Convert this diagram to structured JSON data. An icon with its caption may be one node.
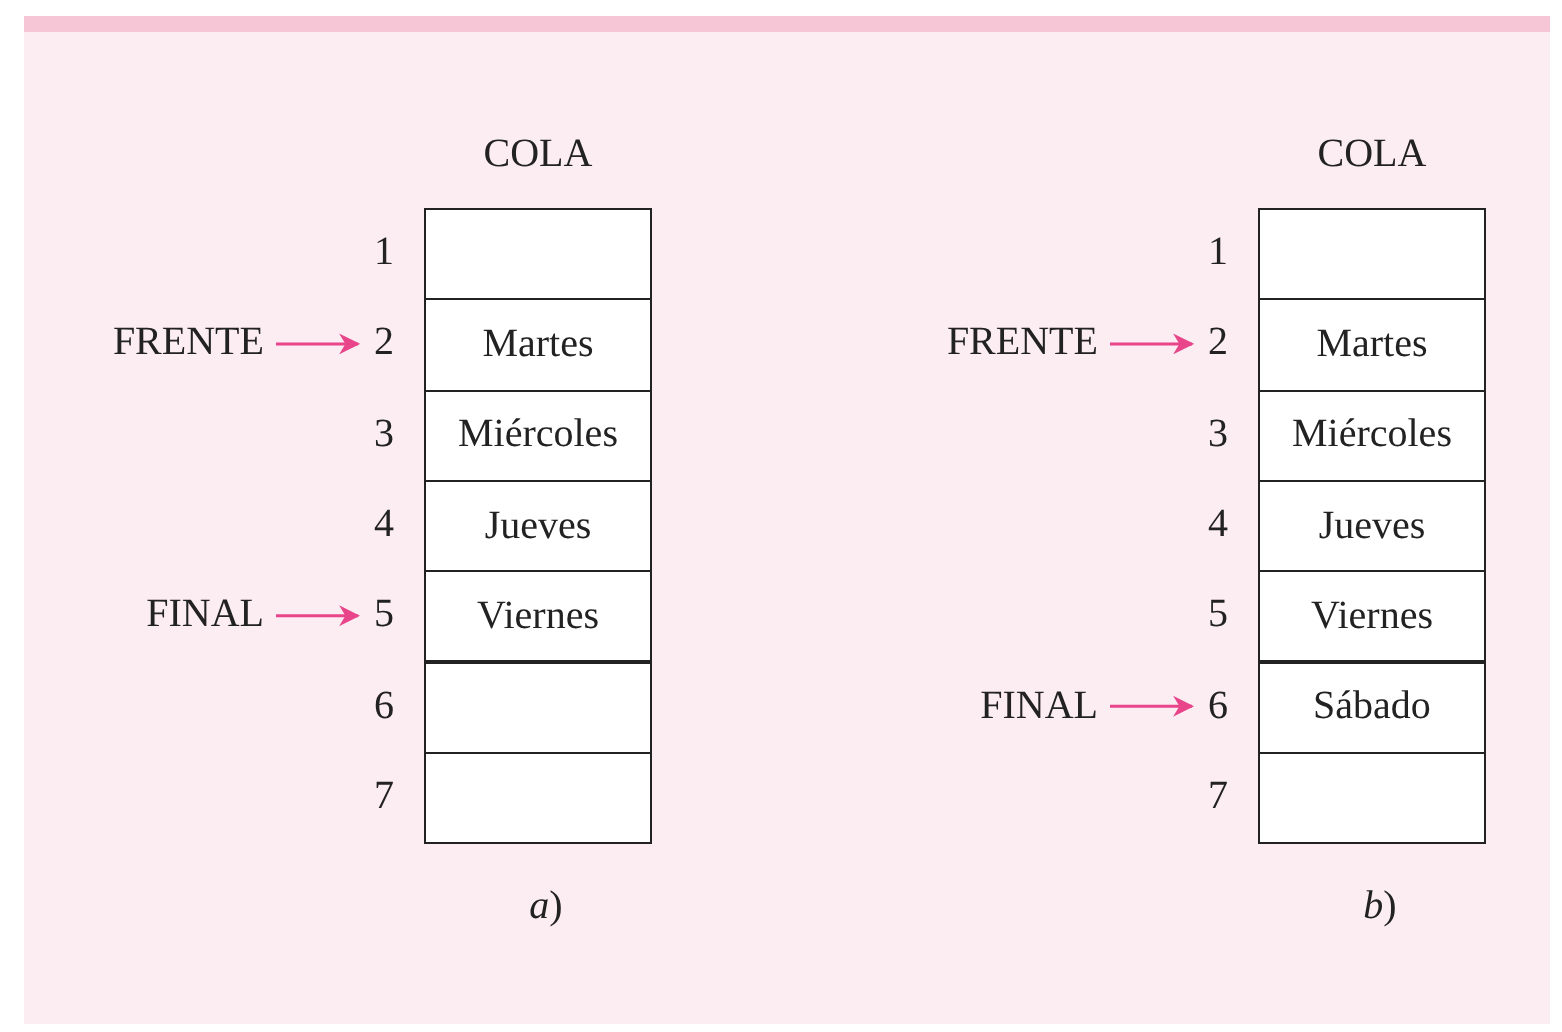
{
  "diagram": {
    "nodes": [
      {
        "text": [
          "COLA"
        ]
      },
      {
        "text": [],
        "shape": "box",
        "in": 0
      },
      {
        "text": [
          "Martes"
        ],
        "in": 0
      },
      {
        "text": [
          "Miércoles"
        ],
        "in": 0
      },
      {
        "text": [
          "Jueves"
        ],
        "in": 0
      },
      {
        "text": [
          "Viernes"
        ],
        "in": 0
      },
      {
        "text": [],
        "shape": "box",
        "in": 0
      },
      {
        "text": [],
        "shape": "box",
        "in": 0
      },
      {
        "text": [
          "FRENTE"
        ]
      },
      {
        "text": [
          "2"
        ]
      },
      {
        "text": [
          "FINAL"
        ]
      },
      {
        "text": [
          "5"
        ]
      },
      {
        "text": [
          "COLA"
        ]
      },
      {
        "text": [],
        "shape": "box",
        "in": 12
      },
      {
        "text": [
          "Martes"
        ],
        "in": 12
      },
      {
        "text": [
          "Miércoles"
        ],
        "in": 12
      },
      {
        "text": [
          "Jueves"
        ],
        "in": 12
      },
      {
        "text": [
          "Viernes"
        ],
        "in": 12
      },
      {
        "text": [
          "Sábado"
        ],
        "in": 12
      },
      {
        "text": [],
        "shape": "box",
        "in": 12
      },
      {
        "text": [
          "FRENTE"
        ]
      },
      {
        "text": [
          "2"
        ]
      },
      {
        "text": [
          "FINAL"
        ]
      },
      {
        "text": [
          "6"
        ]
      }
    ],
    "edges": [
      {
        "from": 8,
        "to": 9,
        "arrow": "to",
        "color": "#e8458b"
      },
      {
        "from": 10,
        "to": 11,
        "arrow": "to",
        "color": "#e8458b"
      },
      {
        "from": 20,
        "to": 21,
        "arrow": "to",
        "color": "#e8458b"
      },
      {
        "from": 22,
        "to": 23,
        "arrow": "to",
        "color": "#e8458b"
      }
    ],
    "labels": [
      "1",
      "3",
      "4",
      "6",
      "7",
      "*a*)",
      "1",
      "3",
      "4",
      "5",
      "7",
      "*b*)"
    ]
  }
}
